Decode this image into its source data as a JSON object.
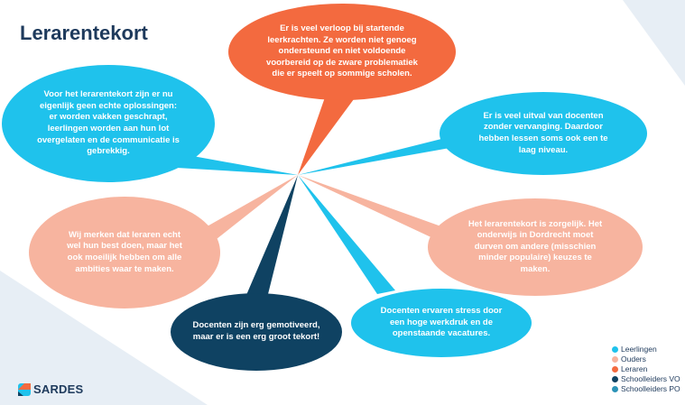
{
  "title": "Lerarentekort",
  "statements": [
    {
      "text": "Er is veel verloop bij startende leerkrachten. Ze worden niet genoeg ondersteund en niet voldoende voorbereid op de zware problematiek die er speelt op sommige scholen.",
      "group": "Leraren",
      "color": "#f36a3f"
    },
    {
      "text": "Voor het lerarentekort zijn er nu eigenlijk geen echte oplossingen: er worden vakken geschrapt, leerlingen worden aan hun lot overgelaten en de communicatie is gebrekkig.",
      "group": "Leerlingen",
      "color": "#1fc2ec"
    },
    {
      "text": "Er is veel uitval van docenten zonder vervanging. Daardoor hebben lessen soms ook een te laag niveau.",
      "group": "Leerlingen",
      "color": "#1fc2ec"
    },
    {
      "text": "Wij merken dat leraren echt wel hun best doen, maar het ook moeilijk hebben om alle ambities waar te maken.",
      "group": "Ouders",
      "color": "#f7b49f"
    },
    {
      "text": "Het lerarentekort is zorgelijk. Het onderwijs in Dordrecht moet durven om andere (misschien minder populaire) keuzes te maken.",
      "group": "Ouders",
      "color": "#f7b49f"
    },
    {
      "text": "Docenten zijn erg gemotiveerd, maar er is een erg groot tekort!",
      "group": "Schoolleiders VO",
      "color": "#0f4262"
    },
    {
      "text": "Docenten ervaren stress door een hoge werkdruk en de openstaande vacatures.",
      "group": "Leerlingen",
      "color": "#1fc2ec"
    }
  ],
  "legend": [
    {
      "label": "Leerlingen",
      "color": "#1fc2ec"
    },
    {
      "label": "Ouders",
      "color": "#f7b49f"
    },
    {
      "label": "Leraren",
      "color": "#f36a3f"
    },
    {
      "label": "Schoolleiders VO",
      "color": "#0f4262"
    },
    {
      "label": "Schoolleiders PO",
      "color": "#2b93b7"
    }
  ],
  "logo": {
    "text": "SARDES",
    "icon": "sardes-logo-icon"
  },
  "colors": {
    "title": "#1e3a5c",
    "background_shape": "#e7eef5"
  }
}
